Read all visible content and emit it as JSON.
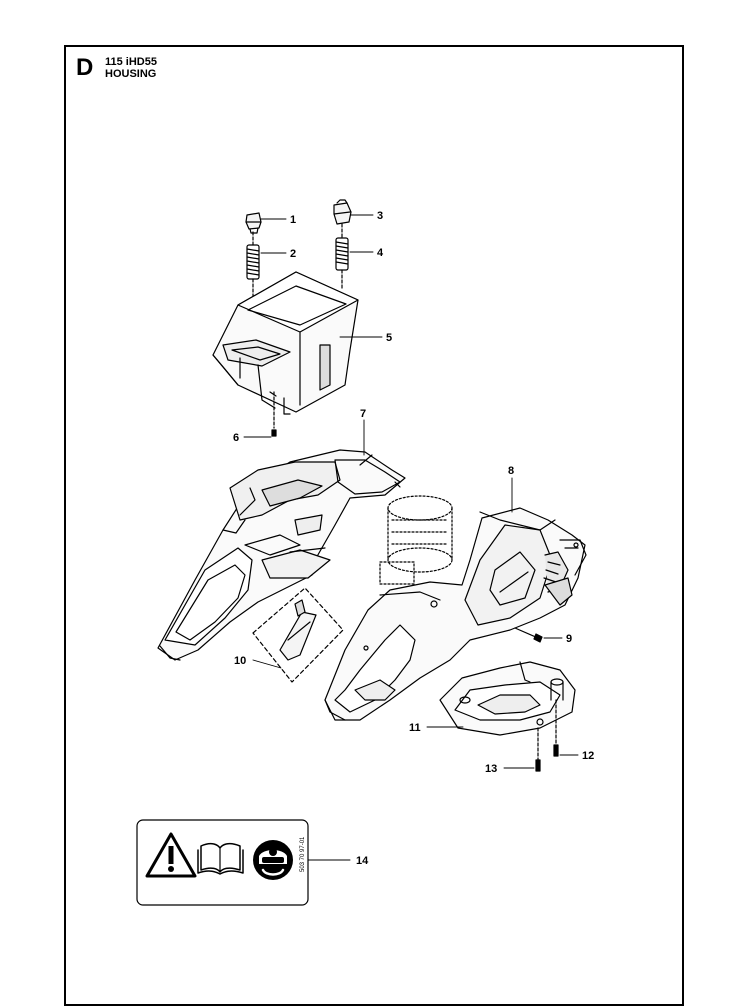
{
  "header": {
    "section_letter": "D",
    "model": "115 iHD55",
    "title": "HOUSING"
  },
  "callouts": [
    "1",
    "2",
    "3",
    "4",
    "5",
    "6",
    "7",
    "8",
    "9",
    "10",
    "11",
    "12",
    "13",
    "14"
  ],
  "label": {
    "part_code": "503 70 97-01",
    "icons": [
      "warning-triangle-icon",
      "manual-book-icon",
      "eye-protection-icon"
    ]
  }
}
